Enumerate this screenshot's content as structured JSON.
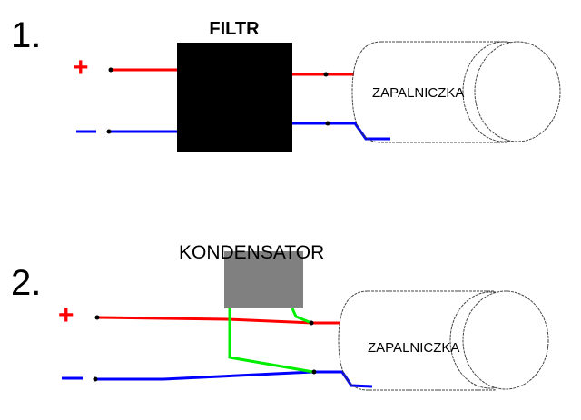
{
  "diagram1": {
    "number": "1.",
    "plus": "+",
    "minus": "−",
    "filter_label": "FILTR",
    "device_label": "ZAPALNICZKA"
  },
  "diagram2": {
    "number": "2.",
    "plus": "+",
    "minus": "−",
    "capacitor_label": "KONDENSATOR",
    "device_label": "ZAPALNICZKA"
  },
  "colors": {
    "positive": "#ff0000",
    "negative": "#0000ff",
    "capacitor_lead": "#00ee00",
    "filter": "#000000",
    "capacitor": "#808080"
  }
}
